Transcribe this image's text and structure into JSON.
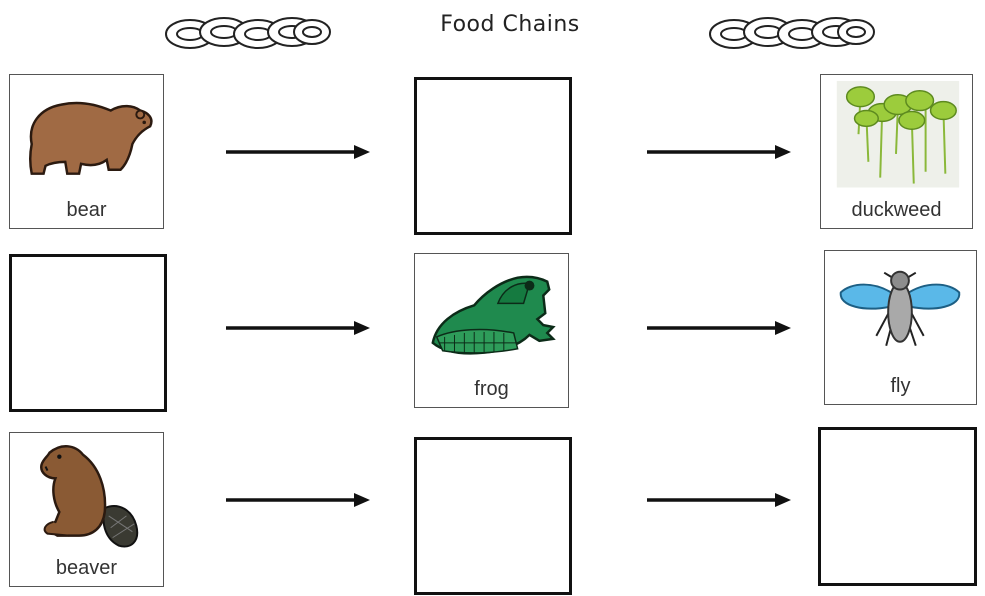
{
  "title": "Food Chains",
  "chains": [
    {
      "left": {
        "label": "bear",
        "icon": "bear-icon"
      },
      "middle": {
        "label": ""
      },
      "right": {
        "label": "duckweed",
        "icon": "duckweed-icon"
      }
    },
    {
      "left": {
        "label": ""
      },
      "middle": {
        "label": "frog",
        "icon": "frog-icon"
      },
      "right": {
        "label": "fly",
        "icon": "fly-icon"
      }
    },
    {
      "left": {
        "label": "beaver",
        "icon": "beaver-icon"
      },
      "middle": {
        "label": ""
      },
      "right": {
        "label": ""
      }
    }
  ],
  "decorations": {
    "chain_icon": "chain-link-icon"
  }
}
